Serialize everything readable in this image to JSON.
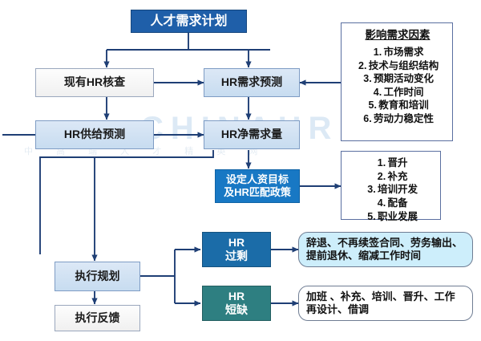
{
  "diagram": {
    "type": "flowchart",
    "title": "人才需求计划",
    "watermark": {
      "main": "CHINAHRE",
      "sub": "中 高 端 人 才 精 英 网"
    },
    "colors": {
      "title_fill": "#1f5fa9",
      "plain_fill": "#f5f5f5",
      "blue_fill": "#cfe0f2",
      "solid_blue_fill": "#1878c4",
      "steel_fill": "#1b6ca8",
      "teal_fill": "#2e7f81",
      "cyan_fill": "#cdeefb",
      "line": "#1f3f75"
    },
    "nodes": {
      "title": "人才需求计划",
      "existing_hr_audit": "现有HR核查",
      "hr_demand_forecast": "HR需求预测",
      "hr_supply_forecast": "HR供给预测",
      "hr_net_demand": "HR净需求量",
      "policy_line1": "设定人资目标",
      "policy_line2": "及HR匹配政策",
      "execute_plan": "执行规划",
      "execute_feedback": "执行反馈",
      "hr_surplus_line1": "HR",
      "hr_surplus_line2": "过剩",
      "hr_shortage_line1": "HR",
      "hr_shortage_line2": "短缺"
    },
    "factors_panel": {
      "title": "影响需求因素",
      "items": [
        {
          "num": "1.",
          "text": "市场需求"
        },
        {
          "num": "2.",
          "text": "技术与组织结构"
        },
        {
          "num": "3.",
          "text": "预期活动变化"
        },
        {
          "num": "4.",
          "text": "工作时间"
        },
        {
          "num": "5.",
          "text": "教育和培训"
        },
        {
          "num": "6.",
          "text": "劳动力稳定性"
        }
      ]
    },
    "measures_panel": {
      "items": [
        {
          "num": "1.",
          "text": "晋升"
        },
        {
          "num": "2.",
          "text": "补充"
        },
        {
          "num": "3.",
          "text": "培训开发"
        },
        {
          "num": "4.",
          "text": "配备"
        },
        {
          "num": "5.",
          "text": "职业发展"
        }
      ]
    },
    "surplus_actions": "辞退、不再续签合同、劳务输出、提前退休、缩减工作时间",
    "shortage_actions": "加班 、补充、培训、晋升、工作再设计、借调"
  }
}
